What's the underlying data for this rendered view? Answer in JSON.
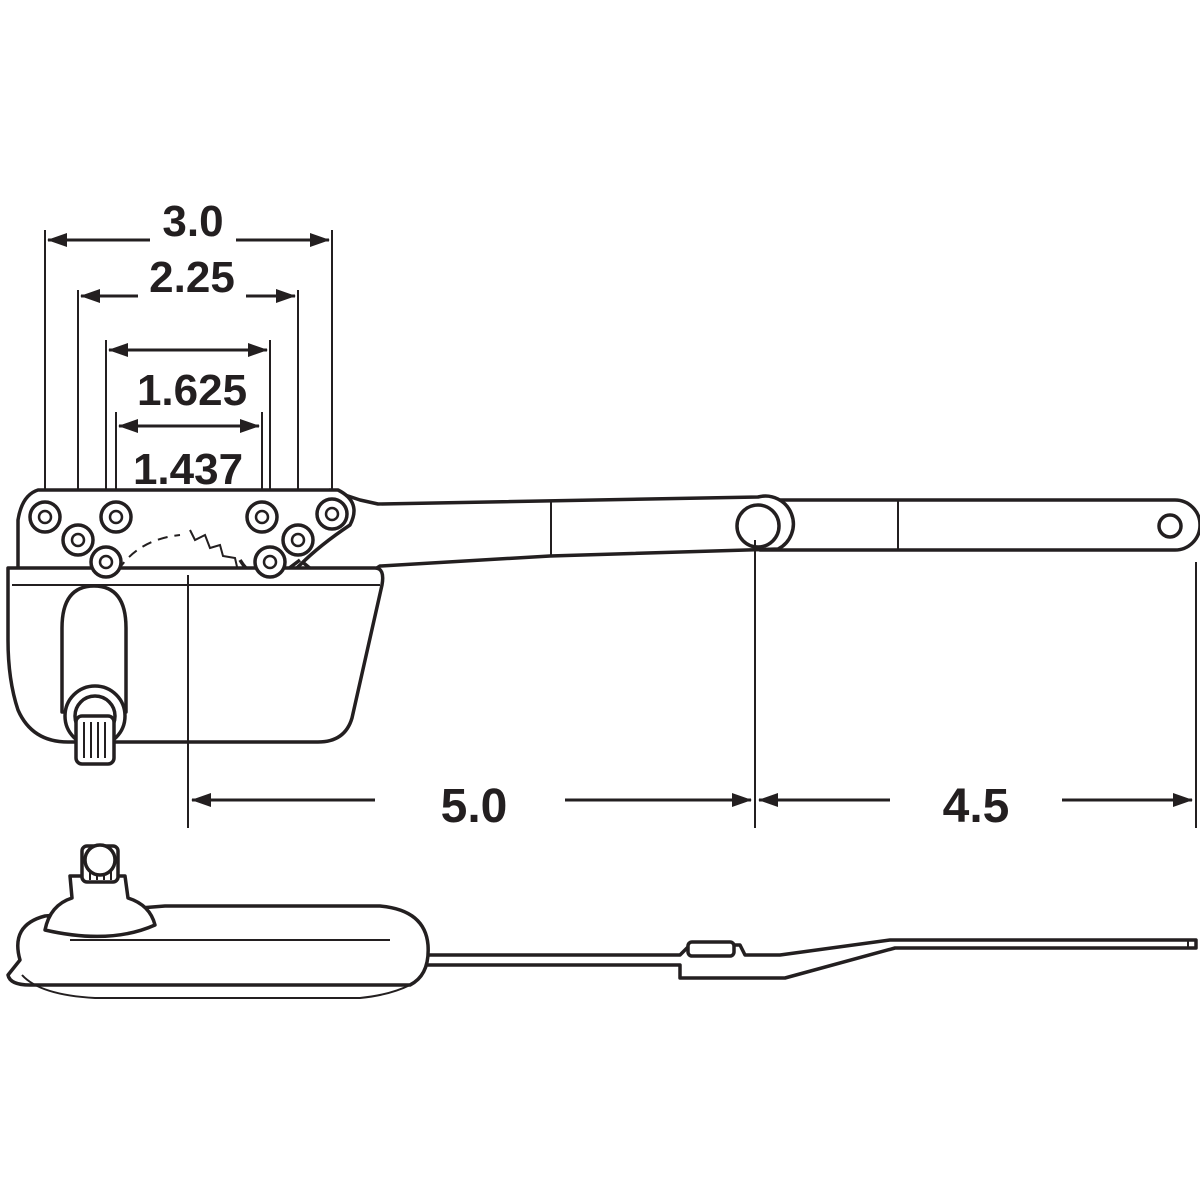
{
  "dimensions": {
    "d_3_0": "3.0",
    "d_2_25": "2.25",
    "d_1_625": "1.625",
    "d_1_437": "1.437",
    "d_5_0": "5.0",
    "d_4_5": "4.5"
  },
  "colors": {
    "ink": "#231f20",
    "background": "#ffffff"
  }
}
